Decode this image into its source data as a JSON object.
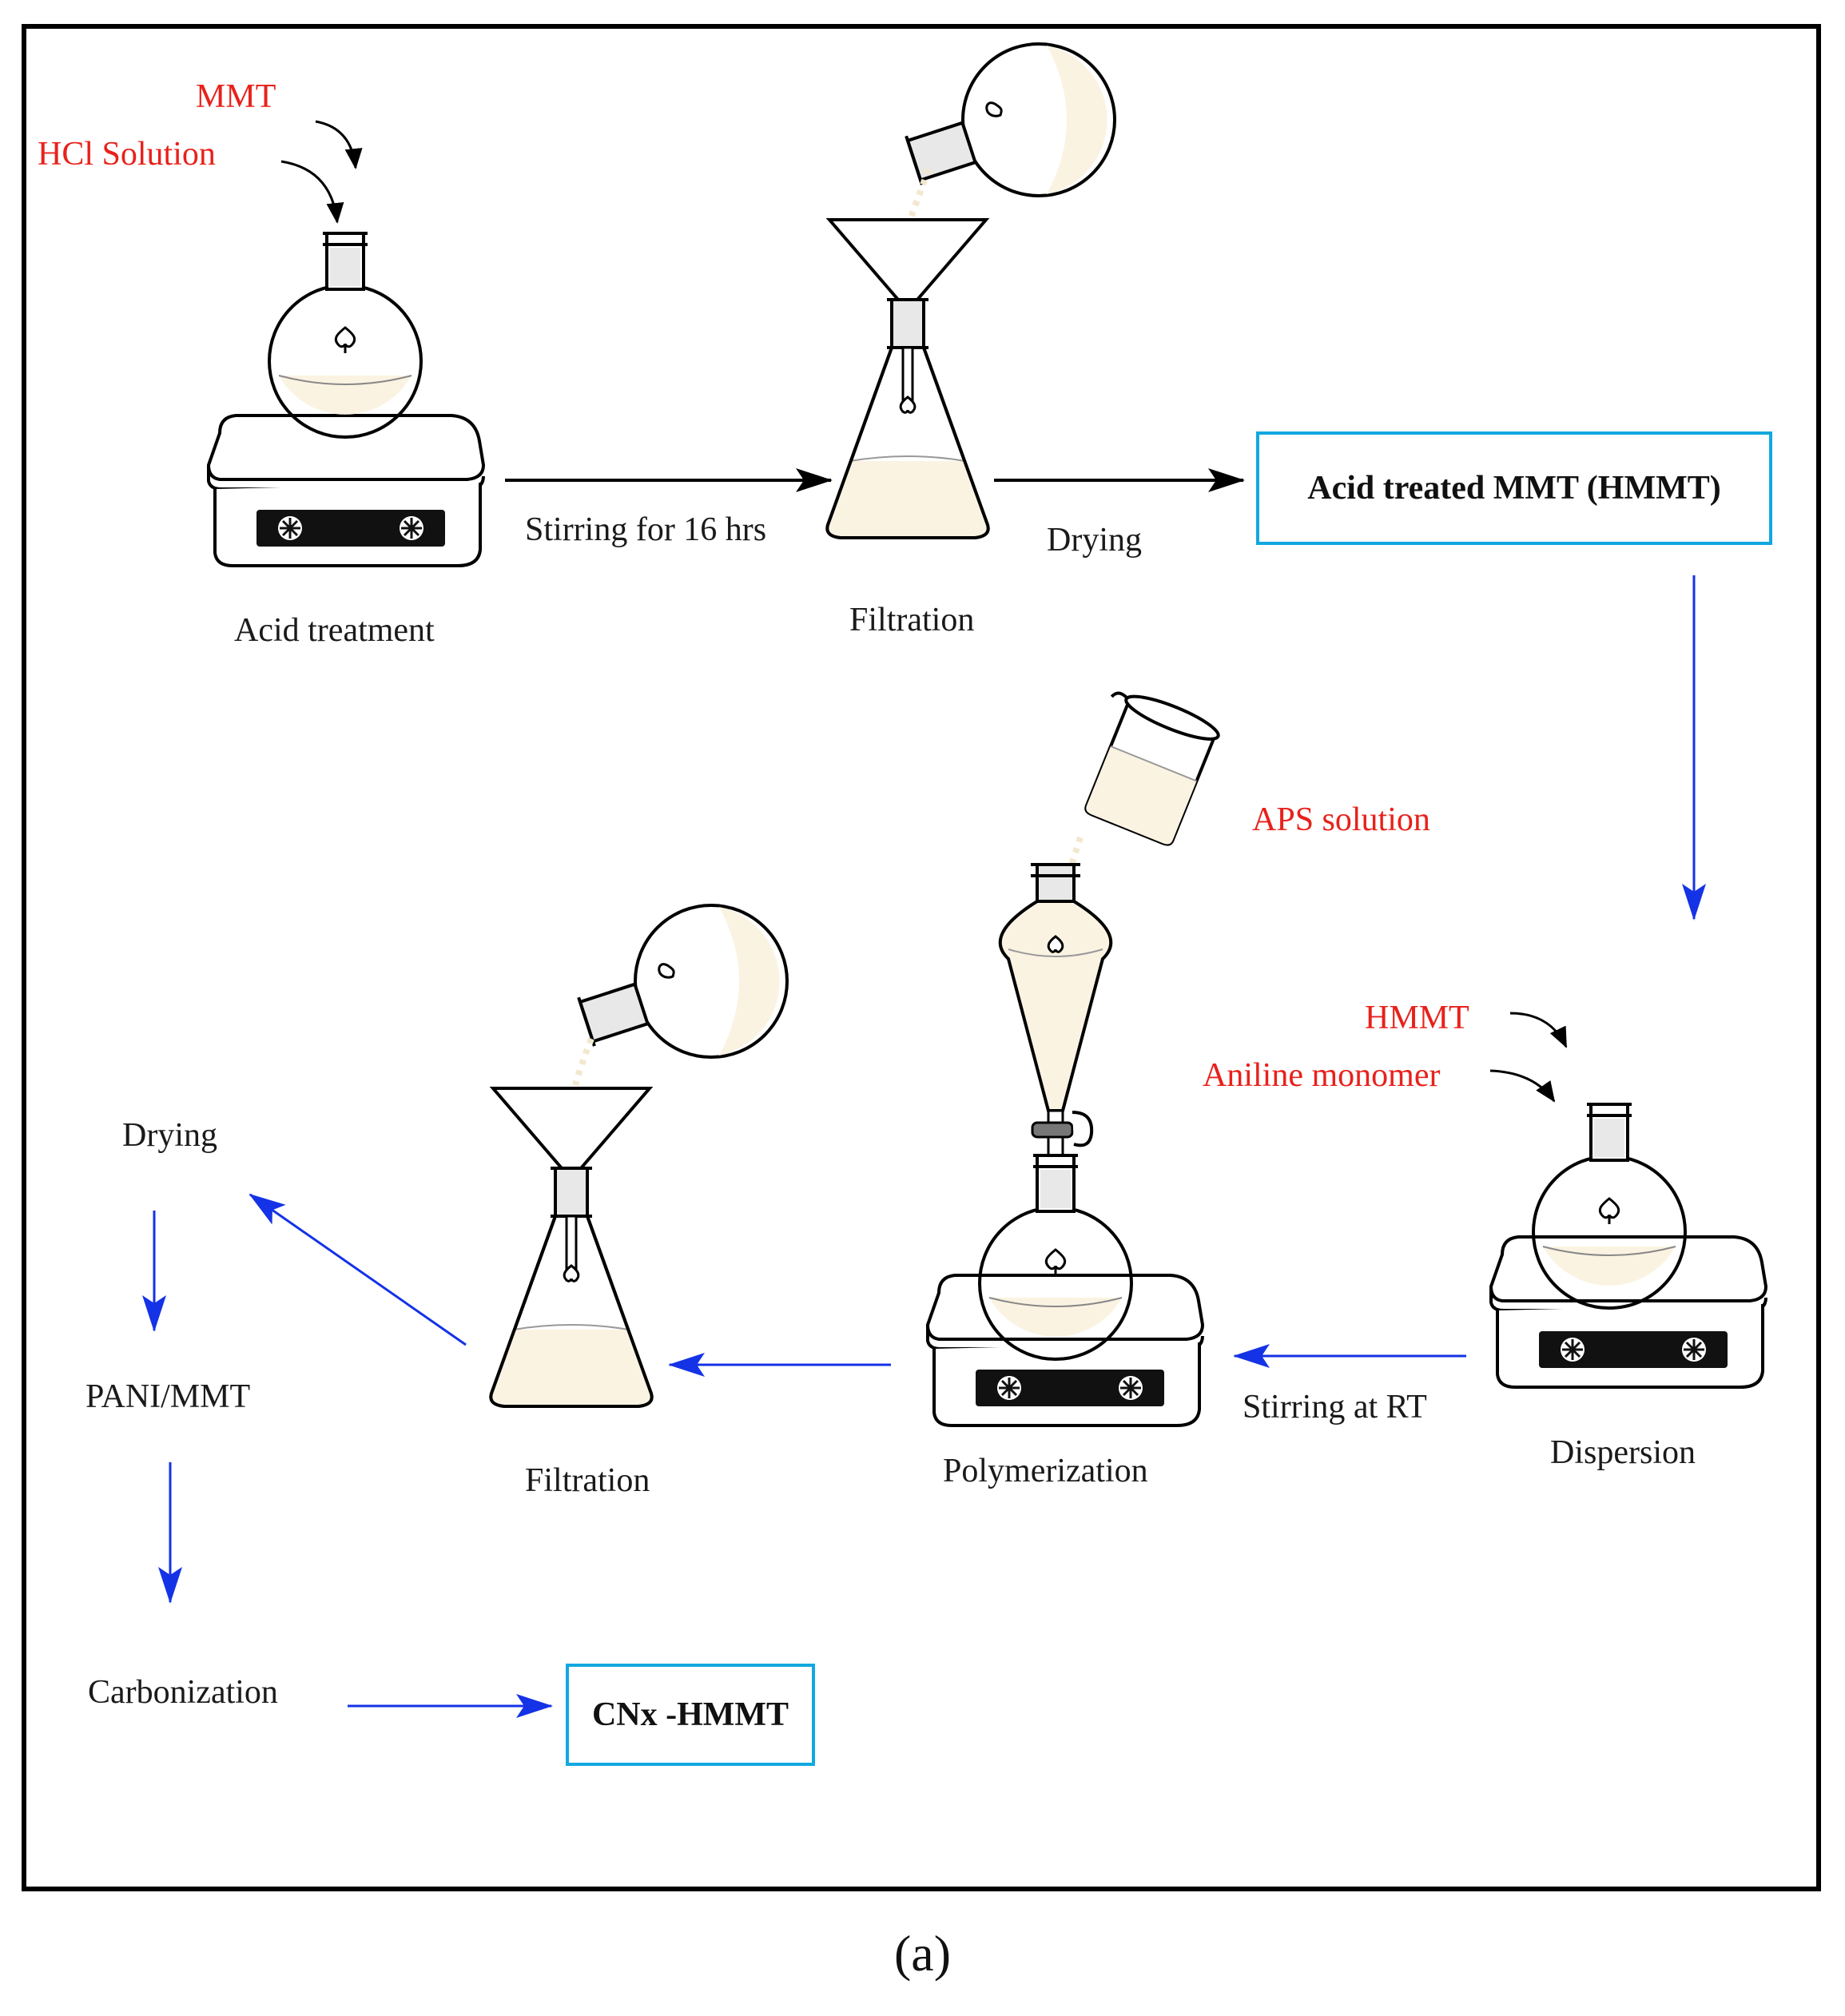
{
  "top_row": {
    "input_1": "MMT",
    "input_2": "HCl Solution",
    "step_acid": "Acid treatment",
    "arrow_1": "Stirring for  16 hrs",
    "step_filtration": "Filtration",
    "arrow_2": "Drying",
    "product": "Acid treated MMT (HMMT)"
  },
  "middle_row": {
    "aps": "APS solution",
    "input_hmmt": "HMMT",
    "input_aniline": "Aniline monomer",
    "step_dispersion": "Dispersion",
    "arrow_stirring": "Stirring at RT",
    "step_polymerization": "Polymerization",
    "step_filtration": "Filtration"
  },
  "left_column": {
    "drying": "Drying",
    "pani": "PANI/MMT",
    "carbonization": "Carbonization",
    "final_product": "CNx -HMMT"
  },
  "caption": "(a)",
  "colors": {
    "input_text": "#e8211b",
    "flow_arrow": "#1432e6",
    "box_border": "#12a8e0",
    "liquid": "#fbf3e2"
  }
}
